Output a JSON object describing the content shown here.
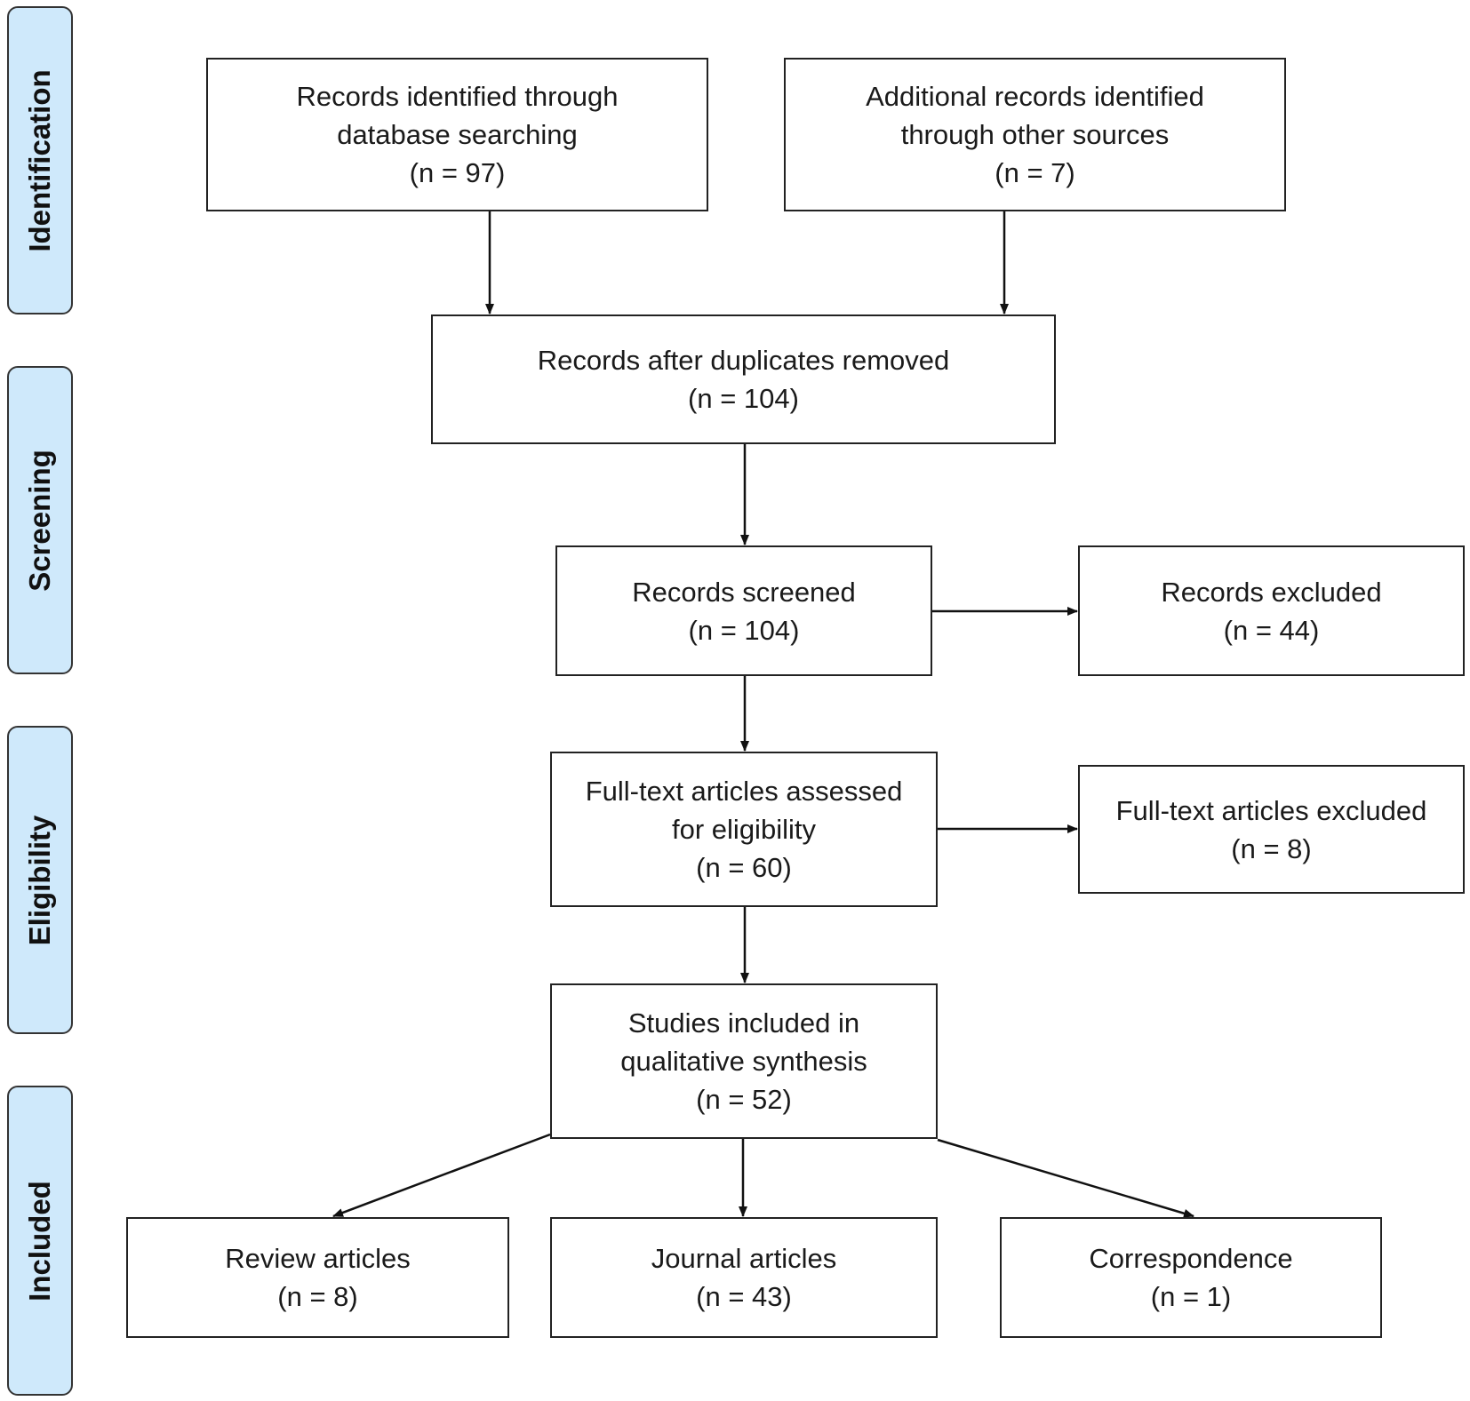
{
  "phases": {
    "identification": "Identification",
    "screening": "Screening",
    "eligibility": "Eligibility",
    "included": "Included"
  },
  "boxes": {
    "database": {
      "line1": "Records identified through",
      "line2": "database searching",
      "count": "(n = 97)"
    },
    "other": {
      "line1": "Additional records identified",
      "line2": "through other sources",
      "count": "(n = 7)"
    },
    "deduplicated": {
      "line1": "Records after duplicates removed",
      "count": "(n = 104)"
    },
    "screened": {
      "line1": "Records screened",
      "count": "(n = 104)"
    },
    "excluded": {
      "line1": "Records excluded",
      "count": "(n = 44)"
    },
    "fulltext": {
      "line1": "Full-text articles assessed",
      "line2": "for eligibility",
      "count": "(n = 60)"
    },
    "fulltext_excluded": {
      "line1": "Full-text articles excluded",
      "count": "(n = 8)"
    },
    "included": {
      "line1": "Studies included in",
      "line2": "qualitative synthesis",
      "count": "(n = 52)"
    },
    "review": {
      "line1": "Review articles",
      "count": "(n = 8)"
    },
    "journal": {
      "line1": "Journal articles",
      "count": "(n = 43)"
    },
    "correspondence": {
      "line1": "Correspondence",
      "count": "(n = 1)"
    }
  }
}
